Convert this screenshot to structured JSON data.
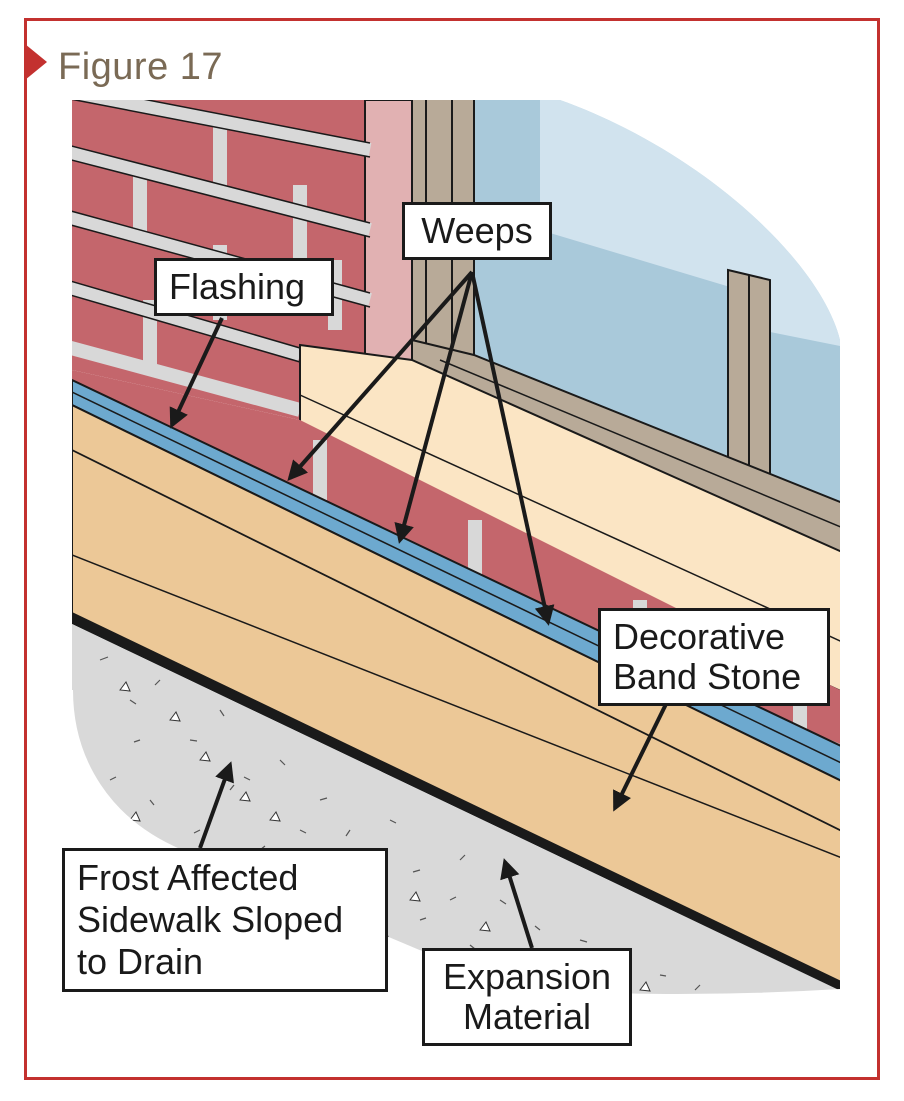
{
  "figure": {
    "title": "Figure 17"
  },
  "callouts": {
    "weeps": "Weeps",
    "flashing": "Flashing",
    "band_stone_line1": "Decorative",
    "band_stone_line2": "Band Stone",
    "sidewalk_line1": "Frost Affected",
    "sidewalk_line2": "Sidewalk Sloped",
    "sidewalk_line3": "to Drain",
    "expansion_line1": "Expansion",
    "expansion_line2": "Material"
  },
  "colors": {
    "frame": "#c3312f",
    "title": "#7a6a55",
    "brick": "#c4666c",
    "mortar": "#d8d8d8",
    "window_glass": "#a9c9da",
    "window_frame": "#b8aa98",
    "sill": "#fbe5c4",
    "band_stone": "#ecc897",
    "flashing": "#6da9cf",
    "sidewalk": "#d9d9d9"
  }
}
